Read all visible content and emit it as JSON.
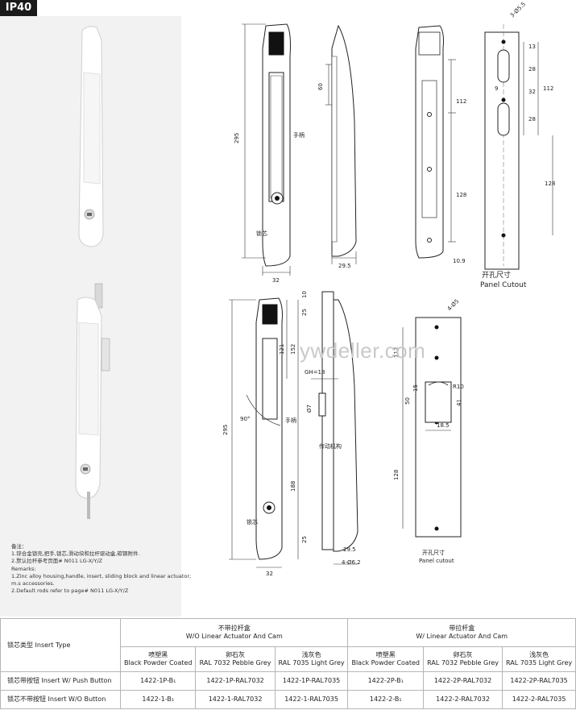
{
  "badge": "IP40",
  "watermark": "ywdeller.com",
  "top_drawing": {
    "dims": {
      "height": "295",
      "h60": "60",
      "width": "32",
      "depth": "29.5",
      "hole": "3-Ø5.5",
      "d13": "13",
      "d28a": "28",
      "d9": "9",
      "d32": "32",
      "d28b": "28",
      "d112a": "112",
      "d112b": "112",
      "d128a": "128",
      "d128b": "128",
      "d10_9": "10.9"
    },
    "handle_label": "手柄",
    "lock_label": "锁芯",
    "cutout_cn": "开孔尺寸",
    "cutout_en": "Panel Cutout"
  },
  "bottom_drawing": {
    "dims": {
      "d121": "121",
      "d152": "152",
      "d295": "295",
      "d188": "188",
      "d32": "32",
      "d10": "10",
      "d25a": "25",
      "d25b": "25",
      "gh": "GH=18",
      "d7": "Ø7",
      "angle": "90°",
      "d29_5": "29.5",
      "hole2": "4-Ø6.2",
      "hole4": "4-Ø5",
      "d112": "112",
      "d50": "50",
      "d15": "15",
      "r10": "R10",
      "d41": "41",
      "d18_5": "18.5",
      "d128": "128"
    },
    "handle_label": "手柄",
    "lock_label": "锁芯",
    "drive_label": "传动机构",
    "cutout_cn": "开孔尺寸",
    "cutout_en": "Panel cutout"
  },
  "remarks": [
    "备注：",
    "1.锌合金锁壳,把手,锁芯,滑动块和拉杆驱动盒,碳钢附件.",
    "2.默认拉杆参考页面# N011  LG-X/Y/Z",
    "Remarks:",
    "1.Zinc alloy housing,handle, insert, sliding block and linear actuator;",
    "m.s accessories.",
    "2.Default rods refer to page# N011  LG-X/Y/Z"
  ],
  "table": {
    "insert_type": "锁芯类型 Insert Type",
    "group1": {
      "cn": "不带拉杆盒",
      "en": "W/O Linear Actuator And Cam"
    },
    "group2": {
      "cn": "带拉杆盒",
      "en": "W/ Linear Actuator And Cam"
    },
    "colors": [
      {
        "cn": "喷塑黑",
        "en": "Black Powder Coated"
      },
      {
        "cn": "卵石灰",
        "en": "RAL 7032 Pebble Grey"
      },
      {
        "cn": "浅灰色",
        "en": "RAL 7035 Light Grey"
      },
      {
        "cn": "喷塑黑",
        "en": "Black Powder Coated"
      },
      {
        "cn": "卵石灰",
        "en": "RAL 7032 Pebble Grey"
      },
      {
        "cn": "浅灰色",
        "en": "RAL 7035 Light Grey"
      }
    ],
    "rows": [
      {
        "label": "锁芯带按钮 Insert W/ Push Button",
        "cells": [
          "1422-1P-B₁",
          "1422-1P-RAL7032",
          "1422-1P-RAL7035",
          "1422-2P-B₁",
          "1422-2P-RAL7032",
          "1422-2P-RAL7035"
        ]
      },
      {
        "label": "锁芯不带按钮 Insert W/O Button",
        "cells": [
          "1422-1-B₁",
          "1422-1-RAL7032",
          "1422-1-RAL7035",
          "1422-2-B₁",
          "1422-2-RAL7032",
          "1422-2-RAL7035"
        ]
      }
    ]
  }
}
